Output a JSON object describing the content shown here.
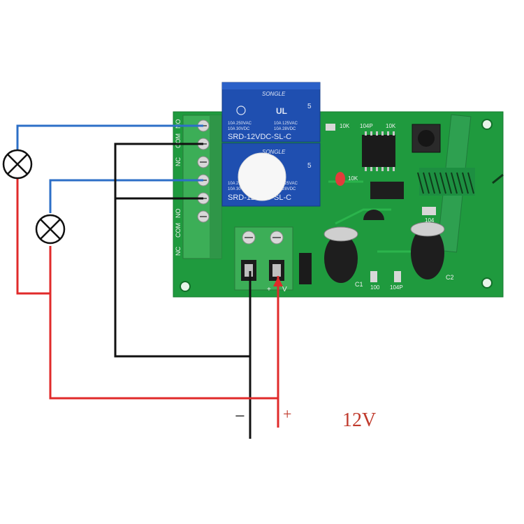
{
  "relays": [
    {
      "brand": "SONGLE",
      "rating_left": [
        "10A 250VAC",
        "10A 30VDC"
      ],
      "rating_right": [
        "10A 125VAC",
        "10A 28VDC"
      ],
      "model": "SRD-12VDC-SL-C",
      "pins": "5"
    },
    {
      "brand": "SONGLE",
      "rating_left": [
        "10A 250VAC",
        "10A 30VDC"
      ],
      "rating_right": [
        "10A 125VAC",
        "10A 28VDC"
      ],
      "model": "SRD-12VDC-SL-C",
      "pins": "5"
    }
  ],
  "board_labels": {
    "r1": "10K",
    "c_top": "104P",
    "r2": "10K",
    "r3": "10K",
    "c1": "C1",
    "c2": "C2",
    "r_bottom": "100",
    "c_bottom": "104P",
    "c_right": "104",
    "power_plus": "+",
    "power_v": "V"
  },
  "terminal_labels": [
    "NO",
    "COM",
    "NC",
    "NO",
    "COM",
    "NC"
  ],
  "annotations": {
    "minus": "−",
    "plus": "+",
    "voltage": "12V"
  },
  "colors": {
    "board": "#1f9a3e",
    "terminal_block": "#3cae57",
    "relay": "#1f4fb0",
    "wire_blue": "#2c6fc7",
    "wire_black": "#111111",
    "wire_red": "#e02a2a"
  },
  "icons": [
    "lamp-icon",
    "lamp-icon"
  ]
}
